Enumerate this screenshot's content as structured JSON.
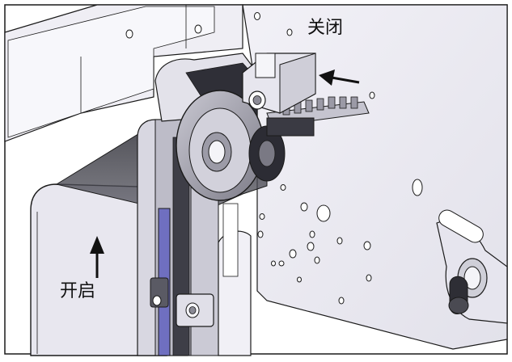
{
  "labels": {
    "close": "关闭",
    "open": "开启"
  },
  "colors": {
    "plate": "#ecebf2",
    "plate_dark": "#d9d8e2",
    "line": "#1a1a1a",
    "shadow_film": "#3b3b44",
    "blue_strip": "#6f6fc0",
    "white": "#ffffff"
  },
  "arrows": {
    "close": "arrow-pointing-left-toward-latch",
    "open": "arrow-pointing-up"
  }
}
